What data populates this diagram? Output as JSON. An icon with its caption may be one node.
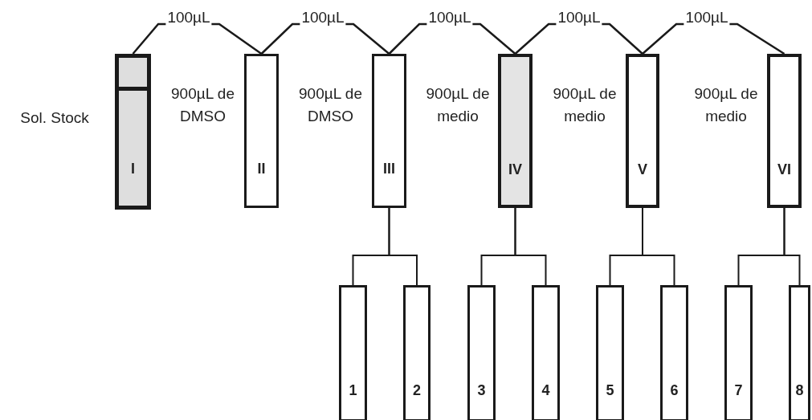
{
  "diagram": {
    "nodes": [
      {
        "text": [
          "I"
        ],
        "beside": [
          "Sol. Stock"
        ]
      },
      {
        "text": [
          "II"
        ],
        "beside": [
          "900µL de DMSO"
        ]
      },
      {
        "text": [
          "III"
        ],
        "beside": [
          "900µL de DMSO"
        ]
      },
      {
        "text": [
          "IV"
        ],
        "beside": [
          "900µL de medio"
        ]
      },
      {
        "text": [
          "V"
        ],
        "beside": [
          "900µL de medio"
        ]
      },
      {
        "text": [
          "VI"
        ],
        "beside": [
          "900µL de medio"
        ]
      },
      {
        "text": [
          "1"
        ]
      },
      {
        "text": [
          "2"
        ]
      },
      {
        "text": [
          "3"
        ]
      },
      {
        "text": [
          "4"
        ]
      },
      {
        "text": [
          "5"
        ]
      },
      {
        "text": [
          "6"
        ]
      },
      {
        "text": [
          "7"
        ]
      },
      {
        "text": [
          "8"
        ]
      }
    ],
    "edges": [
      {
        "from": 0,
        "to": 1,
        "arrow": "none",
        "label": "100µL"
      },
      {
        "from": 1,
        "to": 2,
        "arrow": "none",
        "label": "100µL"
      },
      {
        "from": 2,
        "to": 3,
        "arrow": "none",
        "label": "100µL"
      },
      {
        "from": 3,
        "to": 4,
        "arrow": "none",
        "label": "100µL"
      },
      {
        "from": 4,
        "to": 5,
        "arrow": "none",
        "label": "100µL"
      },
      {
        "from": 2,
        "to": 6,
        "arrow": "none"
      },
      {
        "from": 2,
        "to": 7,
        "arrow": "none"
      },
      {
        "from": 3,
        "to": 8,
        "arrow": "none"
      },
      {
        "from": 3,
        "to": 9,
        "arrow": "none"
      },
      {
        "from": 4,
        "to": 10,
        "arrow": "none"
      },
      {
        "from": 4,
        "to": 11,
        "arrow": "none"
      },
      {
        "from": 5,
        "to": 12,
        "arrow": "none"
      },
      {
        "from": 5,
        "to": 13,
        "arrow": "none"
      }
    ]
  }
}
